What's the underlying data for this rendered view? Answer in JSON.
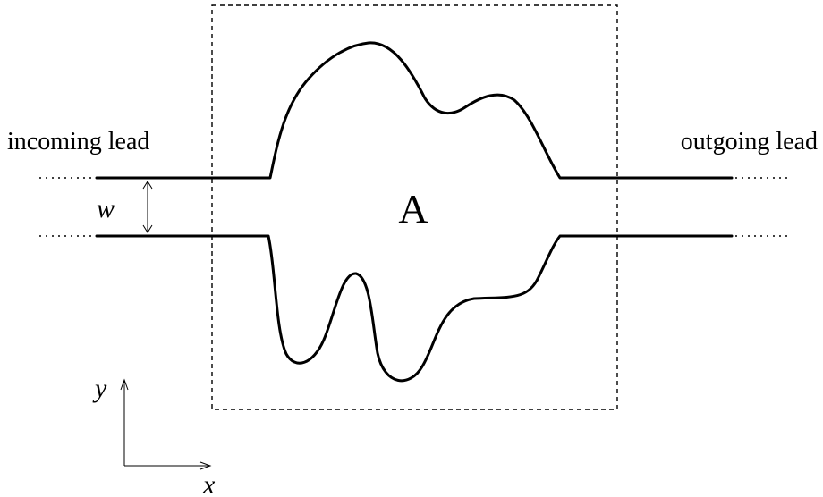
{
  "labels": {
    "incoming_lead": "incoming lead",
    "outgoing_lead": "outgoing lead",
    "width_symbol": "w",
    "region": "A",
    "y_axis": "y",
    "x_axis": "x"
  }
}
